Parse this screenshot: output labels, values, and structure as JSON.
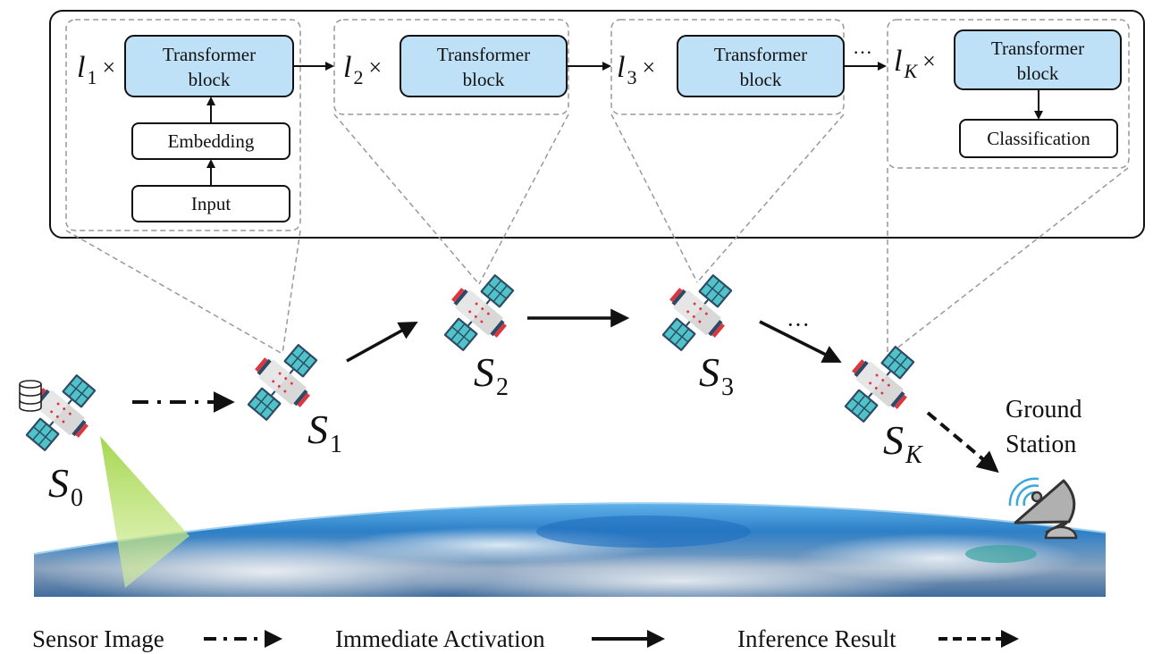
{
  "stages": [
    {
      "layer_label": "l",
      "layer_sub": "1",
      "times": "×",
      "block_line1": "Transformer",
      "block_line2": "block",
      "extra_boxes": [
        "Embedding",
        "Input"
      ]
    },
    {
      "layer_label": "l",
      "layer_sub": "2",
      "times": "×",
      "block_line1": "Transformer",
      "block_line2": "block",
      "extra_boxes": []
    },
    {
      "layer_label": "l",
      "layer_sub": "3",
      "times": "×",
      "block_line1": "Transformer",
      "block_line2": "block",
      "extra_boxes": []
    },
    {
      "layer_label": "l",
      "layer_sub": "K",
      "times": "×",
      "block_line1": "Transformer",
      "block_line2": "block",
      "extra_boxes": [
        "Classification"
      ]
    }
  ],
  "ellipsis": "···",
  "satellites": [
    {
      "label": "S",
      "sub": "0"
    },
    {
      "label": "S",
      "sub": "1"
    },
    {
      "label": "S",
      "sub": "2"
    },
    {
      "label": "S",
      "sub": "3"
    },
    {
      "label": "S",
      "sub": "K"
    }
  ],
  "ground_station": {
    "line1": "Ground",
    "line2": "Station"
  },
  "legend": [
    {
      "label": "Sensor Image",
      "style": "dash-dot"
    },
    {
      "label": "Immediate Activation",
      "style": "solid"
    },
    {
      "label": "Inference Result",
      "style": "dashed"
    }
  ],
  "colors": {
    "block_fill": "#bfe1f7",
    "panel_teal": "#4fc3c7",
    "panel_frame": "#2e4a66",
    "body_gray": "#d8d8d8",
    "accent_red": "#e0353d",
    "beam_green": "#b6e070",
    "signal_blue": "#3aa8d8"
  }
}
